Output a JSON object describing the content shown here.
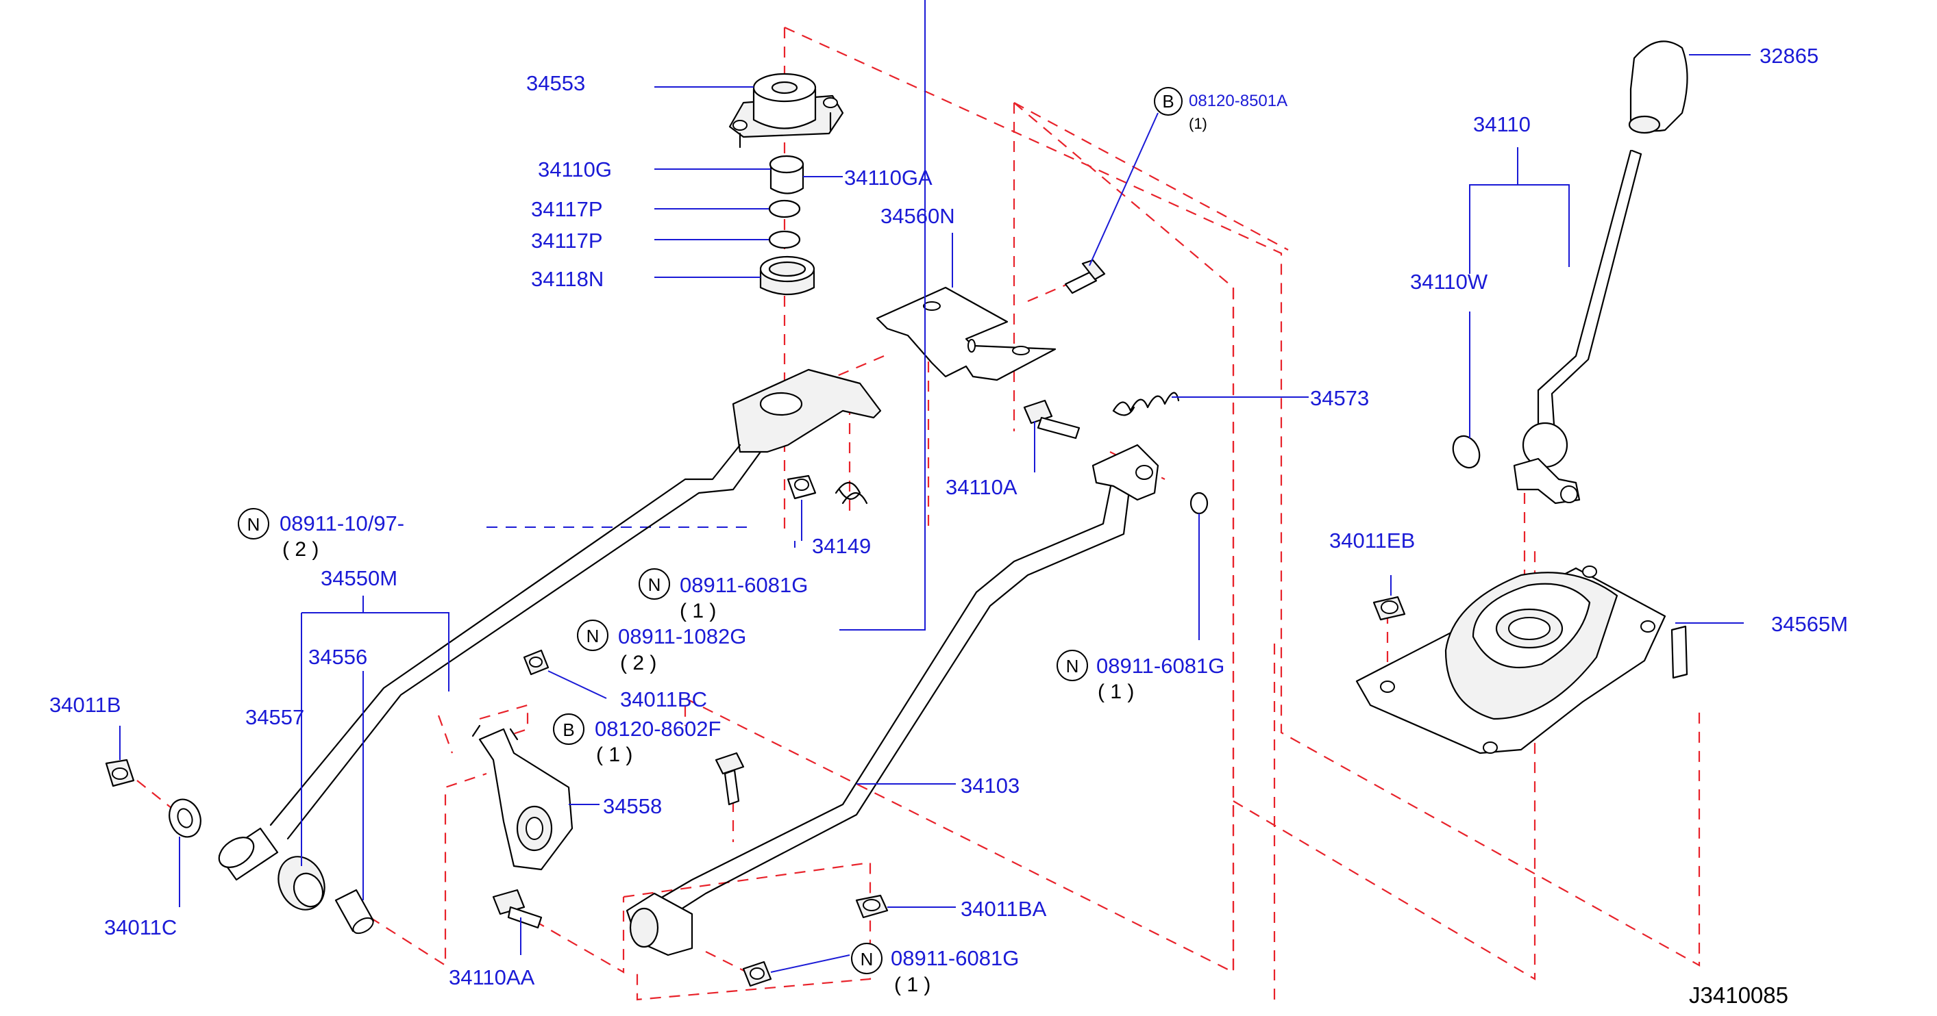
{
  "diagram_code": "J3410085",
  "labels": {
    "p34553": "34553",
    "p34110G": "34110G",
    "p34110GA": "34110GA",
    "p34117P_1": "34117P",
    "p34117P_2": "34117P",
    "p34118N": "34118N",
    "p34560N": "34560N",
    "p08120_8501A": "08120-8501A",
    "q08120_8501A": "(1)",
    "p34573": "34573",
    "p34110A": "34110A",
    "p34149": "34149",
    "p08911_top": "08911-10/97-",
    "q08911_top": "( 2 )",
    "p34550M": "34550M",
    "p34556": "34556",
    "p34557": "34557",
    "p34011B": "34011B",
    "p34011C": "34011C",
    "p08911_6081G_a": "08911-6081G",
    "q08911_6081G_a": "( 1 )",
    "p08911_1082G": "08911-1082G",
    "q08911_1082G": "( 2 )",
    "p34011BC": "34011BC",
    "p08120_8602F": "08120-8602F",
    "q08120_8602F": "( 1 )",
    "p34558": "34558",
    "p34110AA": "34110AA",
    "p34103": "34103",
    "p34011BA": "34011BA",
    "p08911_6081G_b": "08911-6081G",
    "q08911_6081G_b": "( 1 )",
    "p08911_6081G_c": "08911-6081G",
    "q08911_6081G_c": "( 1 )",
    "p32865": "32865",
    "p34110": "34110",
    "p34110W": "34110W",
    "p34011EB": "34011EB",
    "p34565M": "34565M"
  },
  "symbols": {
    "bolt": "B",
    "nut": "N"
  }
}
